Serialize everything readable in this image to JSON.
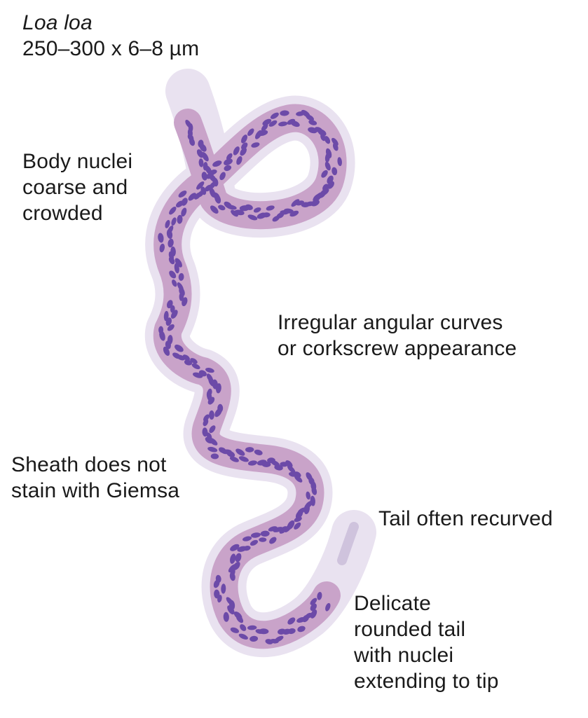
{
  "title": {
    "species": "Loa loa",
    "size": "250–300 x 6–8 µm"
  },
  "annotations": [
    {
      "id": "body-nuclei",
      "lines": [
        "Body nuclei",
        "coarse and",
        "crowded"
      ]
    },
    {
      "id": "curves",
      "lines": [
        "Irregular angular curves",
        "or corkscrew appearance"
      ]
    },
    {
      "id": "sheath",
      "lines": [
        "Sheath does not",
        "stain with Giemsa"
      ]
    },
    {
      "id": "tail-recurved",
      "lines": [
        "Tail often recurved"
      ]
    },
    {
      "id": "tail-tip",
      "lines": [
        "Delicate",
        "rounded tail",
        "with nuclei",
        "extending to tip"
      ]
    }
  ],
  "colors": {
    "sheath": "#e9e2f0",
    "sheath_edge": "#cfc3dd",
    "body": "#c9a3c9",
    "body_edge": "#b18ab6",
    "nuclei": "#6c4aa8"
  }
}
